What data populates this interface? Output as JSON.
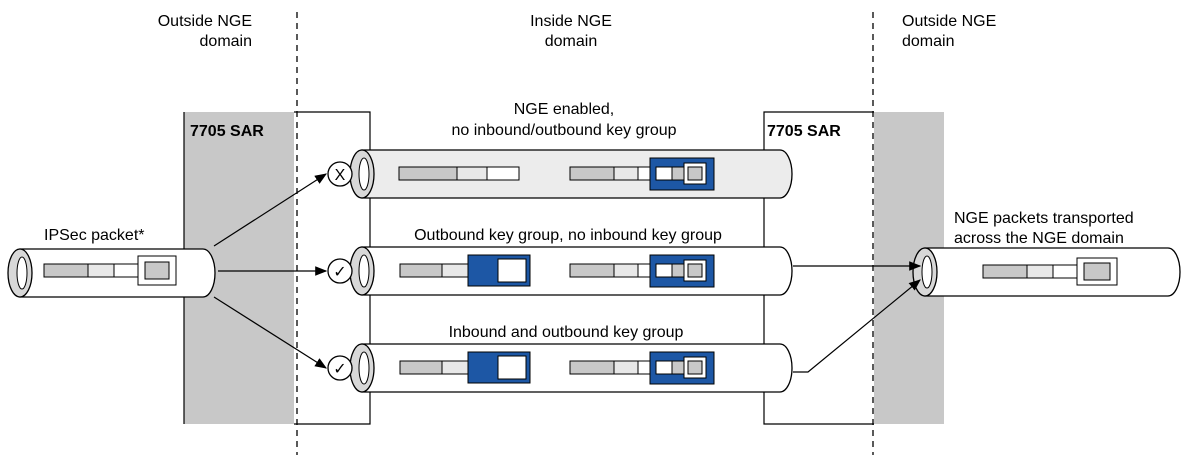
{
  "regions": {
    "left": [
      "Outside NGE",
      "domain"
    ],
    "center": [
      "Inside NGE",
      "domain"
    ],
    "right": [
      "Outside NGE",
      "domain"
    ]
  },
  "routers": {
    "left": "7705 SAR",
    "right": "7705 SAR"
  },
  "tunnels": [
    {
      "label": [
        "NGE enabled,",
        "no inbound/outbound key group"
      ],
      "status": "X"
    },
    {
      "label": [
        "Outbound key group, no inbound key group"
      ],
      "status": "✓"
    },
    {
      "label": [
        "Inbound and outbound key group"
      ],
      "status": "✓"
    }
  ],
  "source": {
    "label": "IPSec packet*"
  },
  "destination": {
    "label": [
      "NGE packets transported",
      "across the NGE domain"
    ]
  },
  "colors": {
    "nge_blue": "#1d57a5",
    "router_gray": "#c8c8c8",
    "packet_gray": "#c8c8c8",
    "pipe_light": "#ececec"
  }
}
